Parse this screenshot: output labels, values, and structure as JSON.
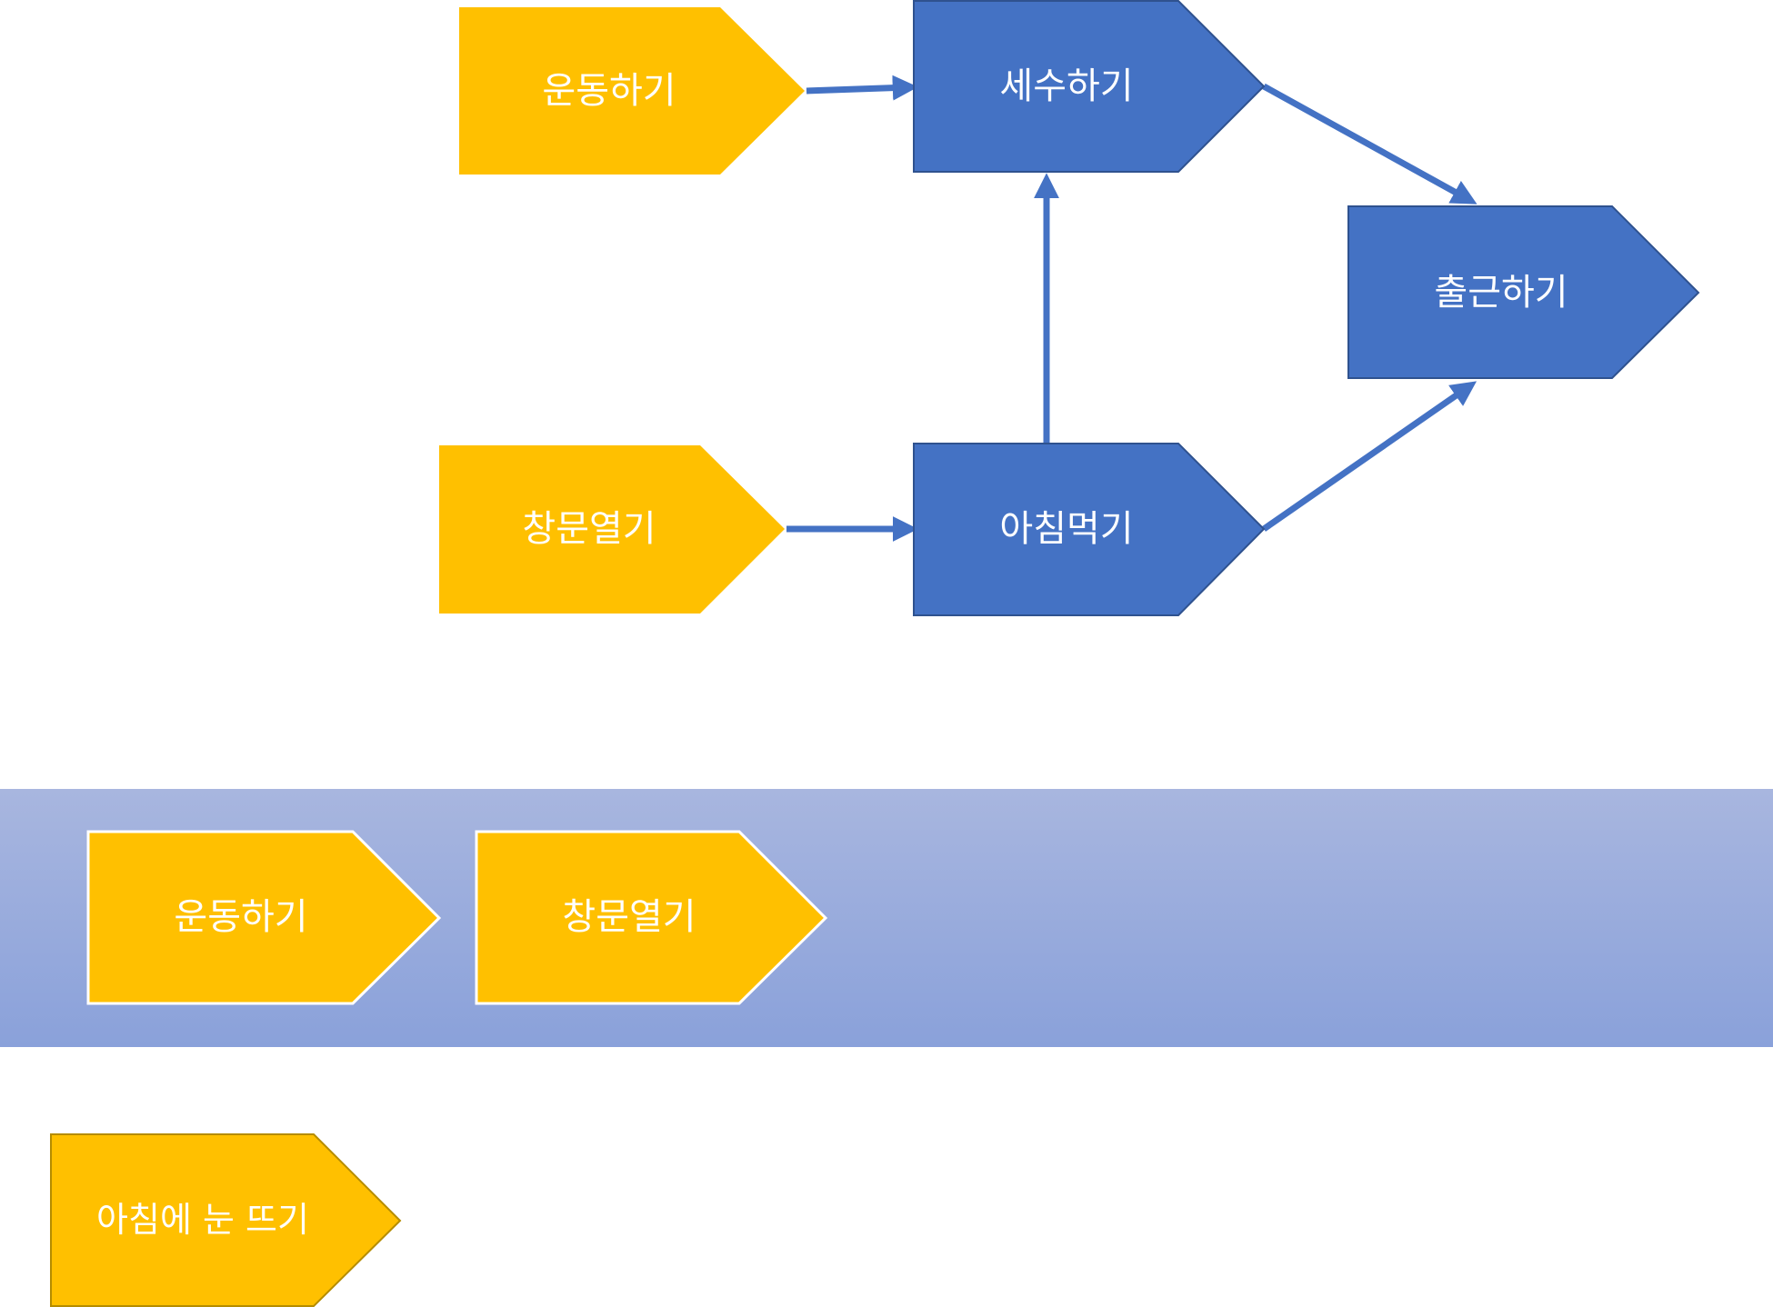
{
  "colors": {
    "yellow": "#ffc000",
    "blue": "#4472c4",
    "band_top": "#a8b6df",
    "band_bottom": "#8aa1da",
    "arrow": "#4472c4",
    "label": "#ffffff"
  },
  "top_flow": {
    "exercise": "운동하기",
    "wash": "세수하기",
    "window": "창문열기",
    "breakfast": "아침먹기",
    "commute": "출근하기"
  },
  "band": {
    "exercise": "운동하기",
    "window": "창문열기"
  },
  "bottom_node": "아침에 눈 뜨기"
}
